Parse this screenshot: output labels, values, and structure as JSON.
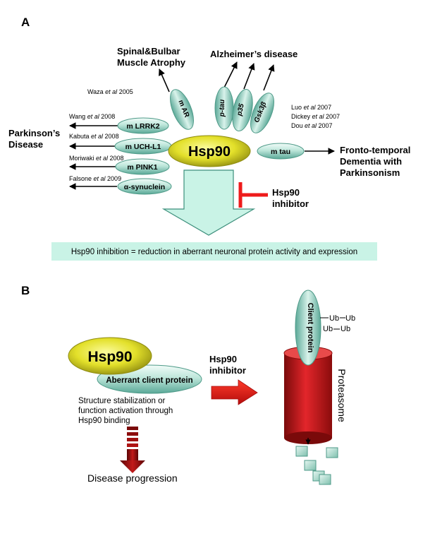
{
  "panel_a": {
    "label": "A",
    "disease_sbma_line1": "Spinal&Bulbar",
    "disease_sbma_line2": "Muscle Atrophy",
    "disease_alzheimers": "Alzheimer’s disease",
    "disease_parkinsons_line1": "Parkinson’s",
    "disease_parkinsons_line2": "Disease",
    "disease_ftd_line1": "Fronto-temporal",
    "disease_ftd_line2": "Dementia with",
    "disease_ftd_line3": "Parkinsonism",
    "ref_waza": {
      "author": "Waza ",
      "etal": "et al",
      "year": " 2005"
    },
    "ref_wang": {
      "author": "Wang ",
      "etal": "et al",
      "year": " 2008"
    },
    "ref_kabuta": {
      "author": "Kabuta ",
      "etal": "et al",
      "year": " 2008"
    },
    "ref_moriwaki": {
      "author": "Moriwaki ",
      "etal": "et al",
      "year": " 2008"
    },
    "ref_falsone": {
      "author": "Falsone ",
      "etal": "et al",
      "year": " 2009"
    },
    "ref_luo": {
      "author": "Luo ",
      "etal": "et al",
      "year": " 2007"
    },
    "ref_dickey": {
      "author": "Dickey ",
      "etal": "et al",
      "year": " 2007"
    },
    "ref_dou": {
      "author": "Dou ",
      "etal": "et al",
      "year": " 2007"
    },
    "hsp90_label": "Hsp90",
    "client_mar": "m AR",
    "client_ptau": "p-tau",
    "client_p35": "p35",
    "client_gsk3b": "Gsk3β",
    "client_lrrk2": "m LRRK2",
    "client_uchl1": "m UCH-L1",
    "client_pink1": "m PINK1",
    "client_asyn": "α-synuclein",
    "client_mtau": "m tau",
    "inhibitor_line1": "Hsp90",
    "inhibitor_line2": "inhibitor",
    "result_text": "Hsp90 inhibition = reduction in aberrant neuronal protein activity and expression"
  },
  "panel_b": {
    "label": "B",
    "hsp90_label": "Hsp90",
    "aberrant_client": "Aberrant client protein",
    "stabilization_line1": "Structure stabilization or",
    "stabilization_line2": "function activation through",
    "stabilization_line3": "Hsp90 binding",
    "disease_progression": "Disease progression",
    "inhibitor_line1": "Hsp90",
    "inhibitor_line2": "inhibitor",
    "client_protein": "Client protein",
    "ub1": "Ub",
    "ub2": "Ub",
    "ub3": "Ub",
    "ub4": "Ub",
    "proteasome": "Proteasome"
  },
  "colors": {
    "teal_light": "#e6f7f2",
    "teal_dark": "#5aa897",
    "hsp90_yellow": "#e3e02a",
    "hsp90_dark": "#8f8c10",
    "inhibitor_red": "#ee1b1b",
    "result_bg": "#c9f3e6",
    "proteasome_red": "#c9161c",
    "dark_red": "#7a0a0a"
  }
}
